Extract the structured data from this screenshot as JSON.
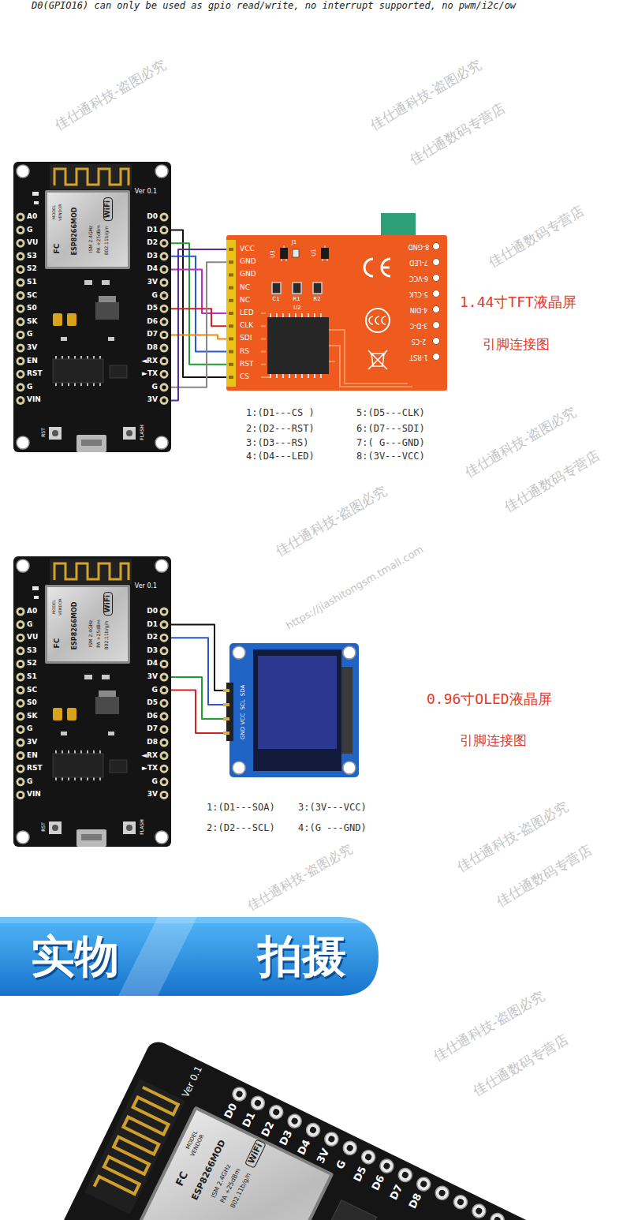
{
  "diagram": {
    "nodes": [
      {
        "text": [
          "Ver 0.1",
          "A0",
          "G",
          "VU",
          "S3",
          "S2",
          "S1",
          "SC",
          "S0",
          "SK",
          "G",
          "3V",
          "EN",
          "RST",
          "G",
          "VIN",
          "D0",
          "D1",
          "D2",
          "D3",
          "D4",
          "3V",
          "G",
          "D5",
          "D6",
          "D7",
          "D8",
          "◄RX",
          "►TX",
          "G",
          "3V",
          "RST",
          "FLASH"
        ]
      },
      {
        "text": [
          "MODEL",
          "VENDOR",
          "FC",
          "ESP8266MOD",
          "WiFi",
          "ISM 2.4GHz",
          "PA +25dBm",
          "802.11b/g/n"
        ],
        "in": 0
      },
      {
        "text": [
          "VCC",
          "GND",
          "GND",
          "NC",
          "NC",
          "LED",
          "CLK",
          "SDI",
          "RS",
          "RST",
          "CS",
          "U3",
          "J1",
          "U1",
          "C1",
          "R1",
          "R2",
          "U2",
          "8-GND",
          "7-LED",
          "6-VCC",
          "5-CLK",
          "4-DIN",
          "3-D-C",
          "2-CS",
          "1-RST"
        ]
      },
      {
        "text": [
          "Ver 0.1",
          "A0",
          "G",
          "VU",
          "S3",
          "S2",
          "S1",
          "SC",
          "S0",
          "SK",
          "G",
          "3V",
          "EN",
          "RST",
          "G",
          "VIN",
          "D0",
          "D1",
          "D2",
          "D3",
          "D4",
          "3V",
          "G",
          "D5",
          "D6",
          "D7",
          "D8",
          "◄RX",
          "►TX",
          "G",
          "3V",
          "RST",
          "FLASH"
        ]
      },
      {
        "text": [
          "MODEL",
          "VENDOR",
          "FC",
          "ESP8266MOD",
          "WiFi",
          "ISM 2.4GHz",
          "PA +25dBm",
          "802.11b/g/n"
        ],
        "in": 3
      },
      {
        "text": [
          "SDA",
          "SCL",
          "VCC",
          "GND"
        ]
      },
      {
        "text": [
          "实物",
          "拍摄"
        ]
      },
      {
        "text": [
          "Ver 0.1",
          "D0",
          "D1",
          "D2",
          "D3",
          "D4",
          "3V",
          "G",
          "D5",
          "D6",
          "D7",
          "D8"
        ]
      },
      {
        "text": [
          "MODEL",
          "VENDOR",
          "FC",
          "ESP8266MOD",
          "WiFi",
          "ISM 2.4GHz",
          "PA +25dBm",
          "802.11b/g/n"
        ],
        "in": 7
      }
    ],
    "edges": [
      {
        "from": 0,
        "to": 2,
        "arrow": "none"
      },
      {
        "from": 0,
        "to": 2,
        "arrow": "none"
      },
      {
        "from": 0,
        "to": 2,
        "arrow": "none"
      },
      {
        "from": 0,
        "to": 2,
        "arrow": "none"
      },
      {
        "from": 0,
        "to": 2,
        "arrow": "none"
      },
      {
        "from": 0,
        "to": 2,
        "arrow": "none"
      },
      {
        "from": 0,
        "to": 2,
        "arrow": "none"
      },
      {
        "from": 0,
        "to": 2,
        "arrow": "none"
      },
      {
        "from": 3,
        "to": 5,
        "arrow": "none"
      },
      {
        "from": 3,
        "to": 5,
        "arrow": "none"
      },
      {
        "from": 3,
        "to": 5,
        "arrow": "none"
      },
      {
        "from": 3,
        "to": 5,
        "arrow": "none"
      }
    ],
    "labels": [
      "D0(GPIO16) can only be used as gpio read/write, no interrupt supported, no pwm/i2c/ow",
      "1.44寸TFT液晶屏",
      "引脚连接图",
      "1:(D1---CS )",
      "2:(D2---RST)",
      "3:(D3---RS)",
      "4:(D4---LED)",
      "5:(D5---CLK)",
      "6:(D7---SDI)",
      "7:( G---GND)",
      "8:(3V---VCC)",
      "0.96寸OLED液晶屏",
      "引脚连接图",
      "1:(D1---SOA)",
      "3:(3V---VCC)",
      "2:(D2---SCL)",
      "4:(G ---GND)",
      "佳仕通科技-盗图必究",
      "佳仕通科技-盗图必究",
      "佳仕通数码专营店",
      "佳仕通数码专营店",
      "佳仕通科技-盗图必究",
      "佳仕通数码专营店",
      "佳仕通科技-盗图必究",
      "https://jiashitongsm.tmall.com",
      "佳仕通科技-盗图必究",
      "佳仕通数码专营店",
      "佳仕通科技-盗图必究",
      "佳仕通科技-盗图必究",
      "佳仕通数码专营店"
    ]
  }
}
